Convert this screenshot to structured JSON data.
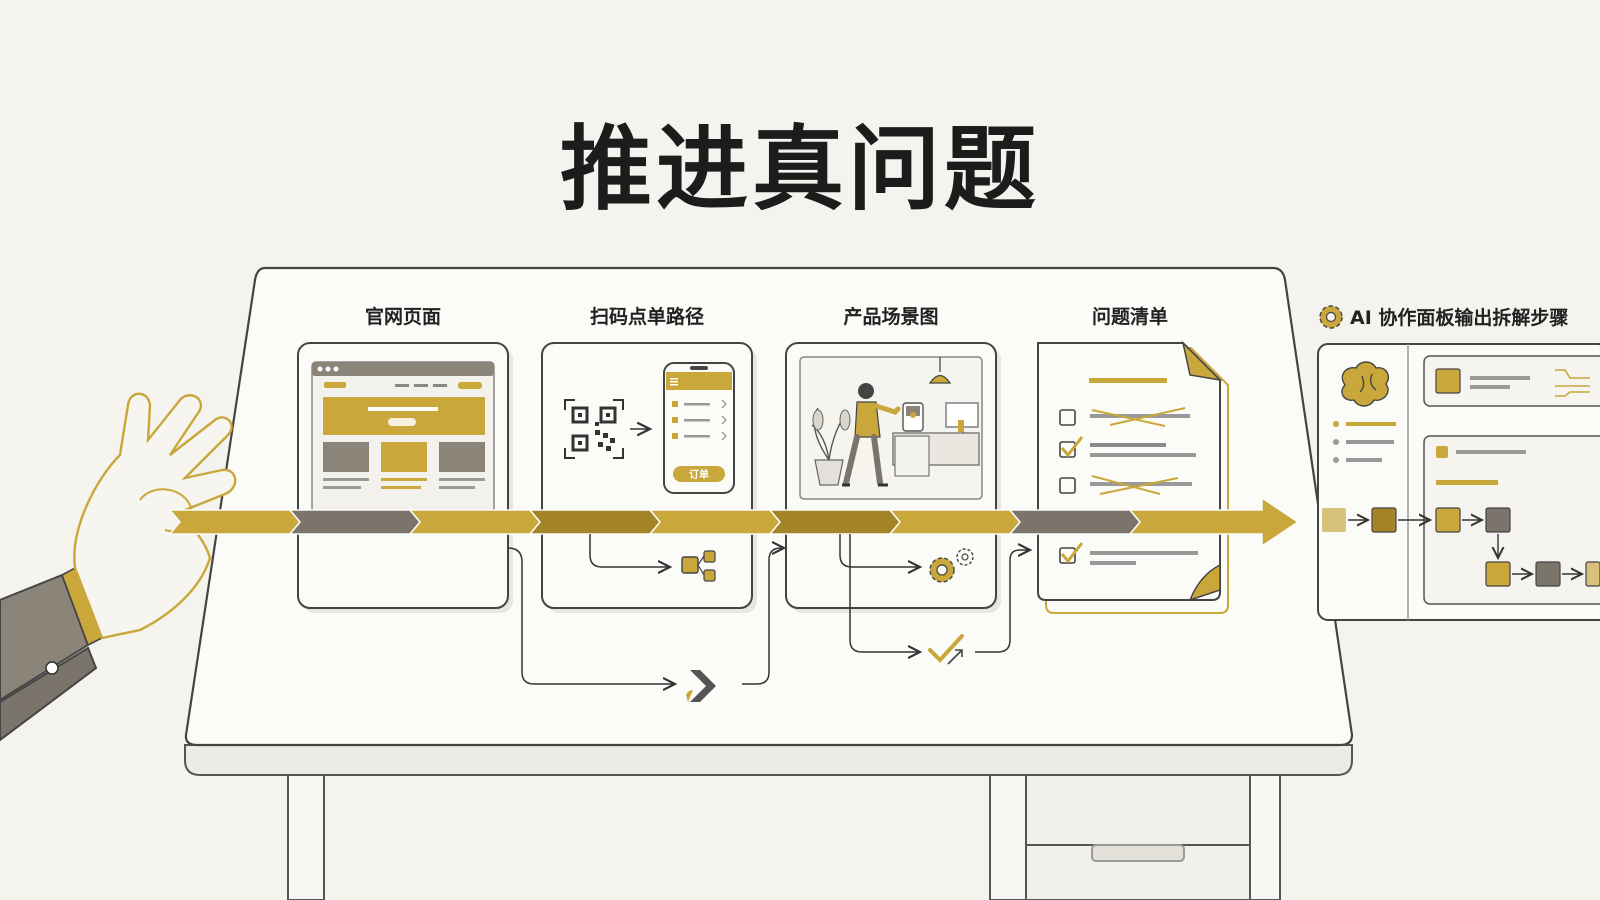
{
  "title": "推进真问题",
  "stages": [
    {
      "label": "官网页面",
      "icon": "website-page-icon"
    },
    {
      "label": "扫码点单路径",
      "icon": "qr-order-path-icon"
    },
    {
      "label": "产品场景图",
      "icon": "product-scene-icon"
    },
    {
      "label": "问题清单",
      "icon": "problem-checklist-icon"
    }
  ],
  "phone_button_label": "订单",
  "ai_panel": {
    "label": "AI 协作面板输出拆解步骤",
    "icon": "gear-icon",
    "brain_icon": "brain-icon"
  },
  "colors": {
    "accent": "#b8982e",
    "accent_light": "#d8c27a",
    "gray": "#7a746a",
    "dark": "#222222",
    "paper": "#f4f3ee",
    "card": "#fbfbf8"
  }
}
